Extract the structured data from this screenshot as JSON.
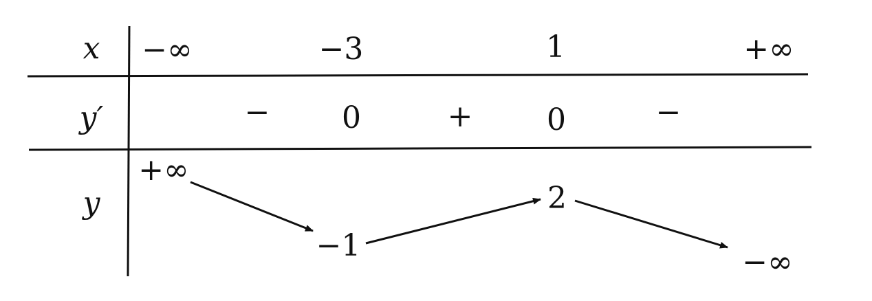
{
  "table": {
    "x_label": "x",
    "yprime_label": "y′",
    "y_label": "y",
    "x_values": [
      "−∞",
      "−3",
      "1",
      "+∞"
    ],
    "yprime_row": [
      "−",
      "0",
      "+",
      "0",
      "−"
    ],
    "y_values": {
      "start": "+∞",
      "local_min": "−1",
      "local_max": "2",
      "end": "−∞"
    }
  },
  "colors": {
    "ink": "#111111",
    "background": "#ffffff"
  }
}
